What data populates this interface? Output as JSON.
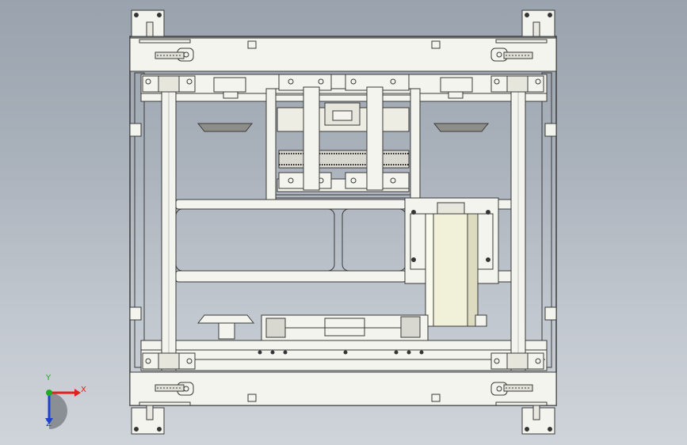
{
  "view": {
    "background_top": "#9aa3ad",
    "background_bottom": "#cfd4da",
    "part_fill": "#f4f4ee",
    "part_stroke": "#3a3a3a",
    "cylinder_fill": "#f1f0d8"
  },
  "triad": {
    "x_label": "X",
    "y_label": "Y",
    "z_label": "Z",
    "x_color": "#e0201c",
    "y_color": "#22aa22",
    "z_color": "#2040d0"
  }
}
